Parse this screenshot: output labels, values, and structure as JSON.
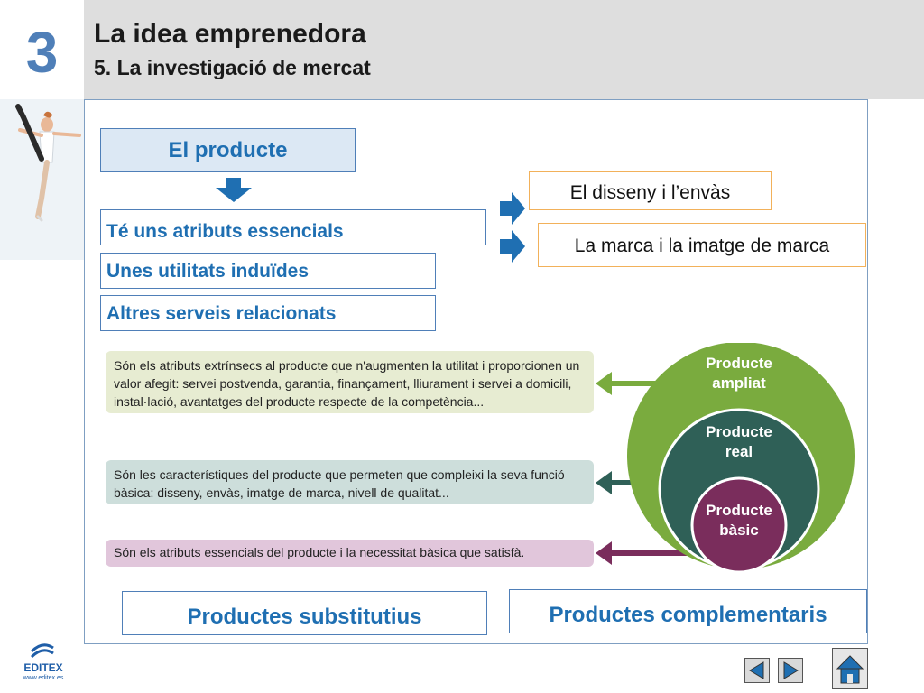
{
  "header": {
    "chapter_number": "3",
    "title": "La idea emprenedora",
    "subtitle": "5. La investigació de mercat"
  },
  "diagram": {
    "product_box": "El producte",
    "attributes": [
      "Té uns atributs essencials",
      "Unes utilitats induïdes",
      "Altres serveis relacionats"
    ],
    "design_items": [
      "El disseny i l’envàs",
      "La marca i la imatge de marca"
    ],
    "descriptions": {
      "extended": "Són els atributs extrínsecs al producte que n'augmenten la utilitat i proporcionen un valor afegit: servei postvenda, garantia, finançament, lliurament i servei a domicili, instal·lació, avantatges del producte respecte de la competència...",
      "real": "Són les característiques del producte que permeten que compleixi la seva funció bàsica: disseny, envàs, imatge de marca, nivell de qualitat...",
      "basic": "Són els atributs essencials del producte i la necessitat bàsica que satisfà."
    },
    "circles": {
      "outer_line1": "Producte",
      "outer_line2": "ampliat",
      "middle_line1": "Producte",
      "middle_line2": "real",
      "inner_line1": "Producte",
      "inner_line2": "bàsic"
    },
    "bottom_boxes": [
      "Productes substitutius",
      "Productes complementaris"
    ]
  },
  "logo": {
    "name": "EDITEX",
    "url": "www.editex.es"
  },
  "navigation": {
    "prev_icon": "triangle-left-icon",
    "next_icon": "triangle-right-icon",
    "home_icon": "home-icon"
  },
  "colors": {
    "accent_blue": "#1f6fb2",
    "outer_circle": "#7aab3e",
    "middle_circle": "#2f6057",
    "inner_circle": "#7a2d5c",
    "orange_border": "#f2b15a"
  }
}
